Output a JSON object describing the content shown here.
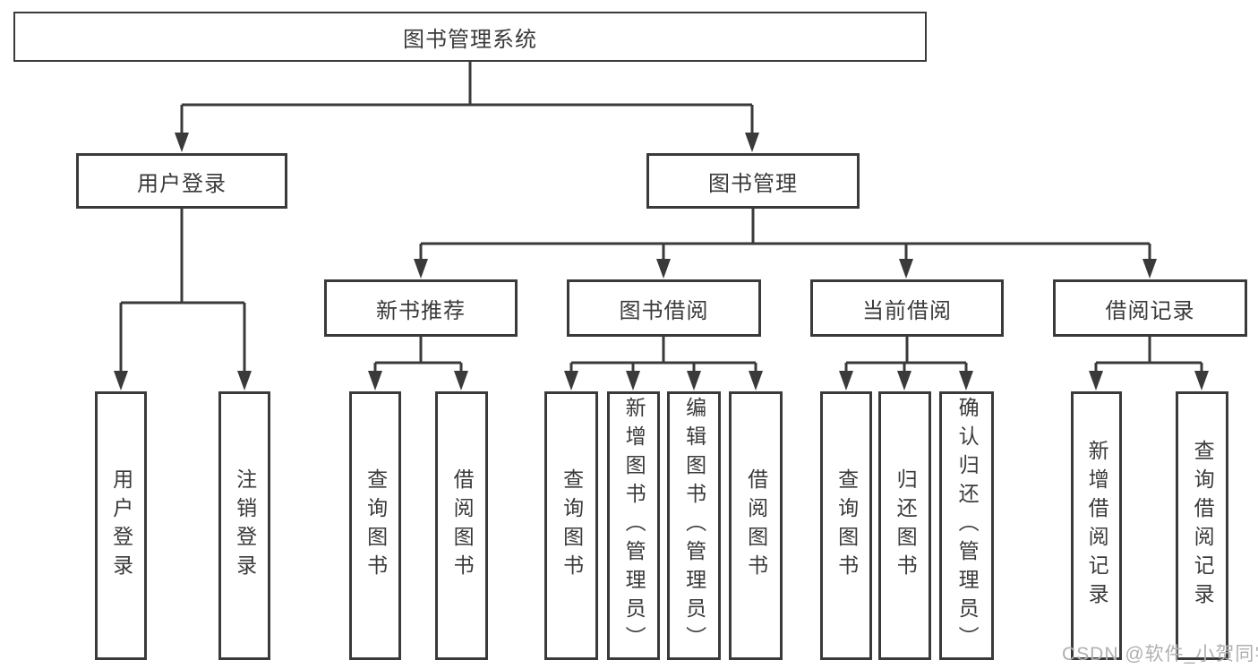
{
  "diagram": {
    "root_label": "图书管理系统",
    "level2": [
      {
        "label": "用户登录"
      },
      {
        "label": "图书管理"
      }
    ],
    "level3": [
      {
        "label": "新书推荐"
      },
      {
        "label": "图书借阅"
      },
      {
        "label": "当前借阅"
      },
      {
        "label": "借阅记录"
      }
    ],
    "leaf_groups": [
      {
        "parent": "用户登录",
        "leaves": [
          "用户登录",
          "注销登录"
        ]
      },
      {
        "parent": "新书推荐",
        "leaves": [
          "查询图书",
          "借阅图书"
        ]
      },
      {
        "parent": "图书借阅",
        "leaves": [
          "查询图书",
          "新增图书（管理员）",
          "编辑图书（管理员）",
          "借阅图书"
        ]
      },
      {
        "parent": "当前借阅",
        "leaves": [
          "查询图书",
          "归还图书",
          "确认归还（管理员）"
        ]
      },
      {
        "parent": "借阅记录",
        "leaves": [
          "新增借阅记录",
          "查询借阅记录"
        ]
      }
    ],
    "line_color": "#3a3a3a",
    "text_color": "#3a3a3a",
    "box_fill": "#ffffff"
  },
  "watermark": {
    "text": "CSDN @软件_小贺同学",
    "color": "#b0b0b0"
  }
}
